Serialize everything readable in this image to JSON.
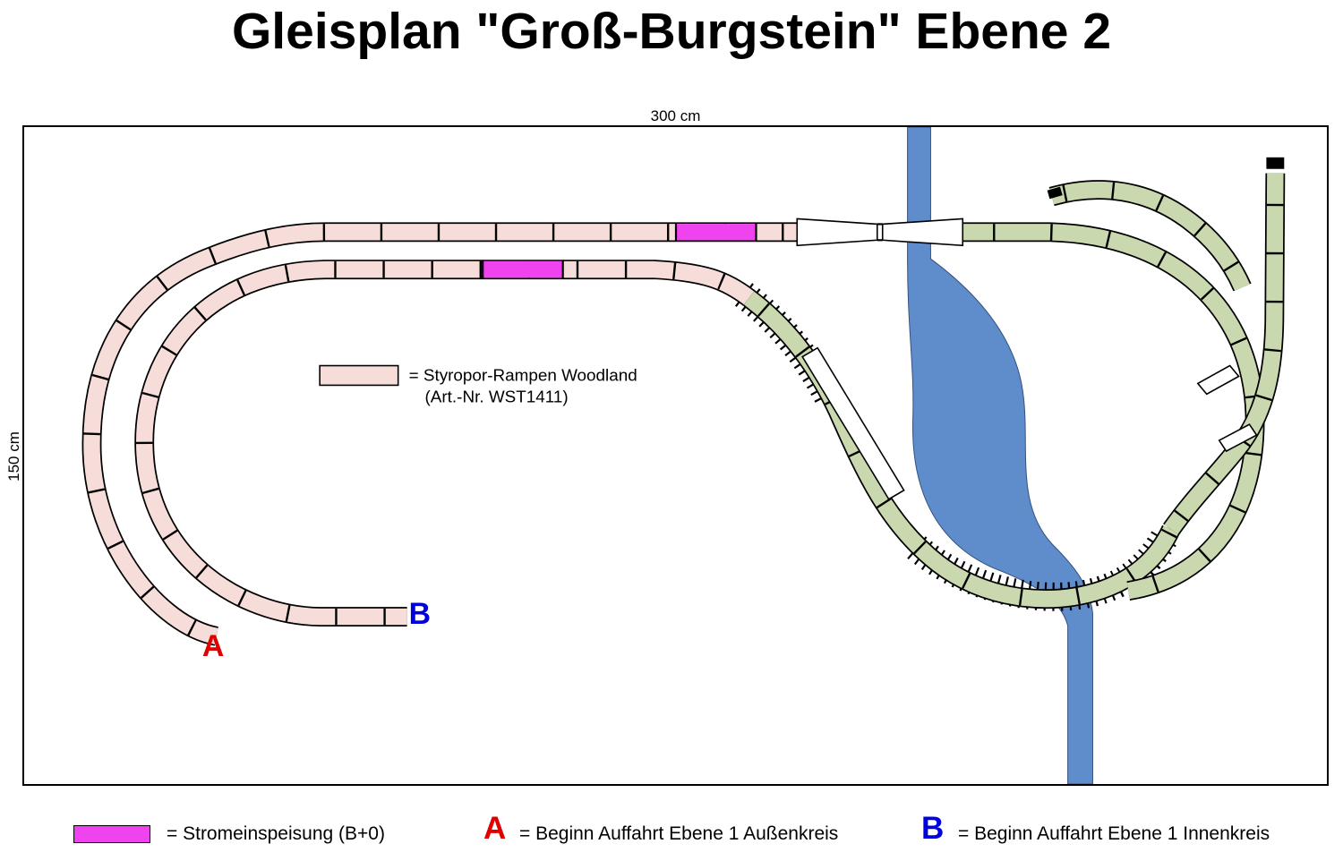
{
  "title": "Gleisplan \"Groß-Burgstein\" Ebene 2",
  "dimensions": {
    "width_label": "300 cm",
    "height_label": "150 cm"
  },
  "plan_legend": {
    "ramp_line1": "= Styropor-Rampen Woodland",
    "ramp_line2": "(Art.-Nr. WST1411)"
  },
  "markers": {
    "outer_start": "A",
    "inner_start": "B"
  },
  "bottom_legend": {
    "power_label": "= Stromeinspeisung (B+0)",
    "marker_a": "A",
    "marker_a_label": "= Beginn Auffahrt Ebene 1 Außenkreis",
    "marker_b": "B",
    "marker_b_label": "= Beginn Auffahrt Ebene 1 Innenkreis"
  },
  "colors": {
    "ramp_pink": "#f7ddd9",
    "track_green": "#c9d8ae",
    "power_magenta": "#f043f0",
    "river_blue": "#5f8ccb",
    "marker_a_red": "#e00000",
    "marker_b_blue": "#0000dd",
    "outline_black": "#000000"
  }
}
